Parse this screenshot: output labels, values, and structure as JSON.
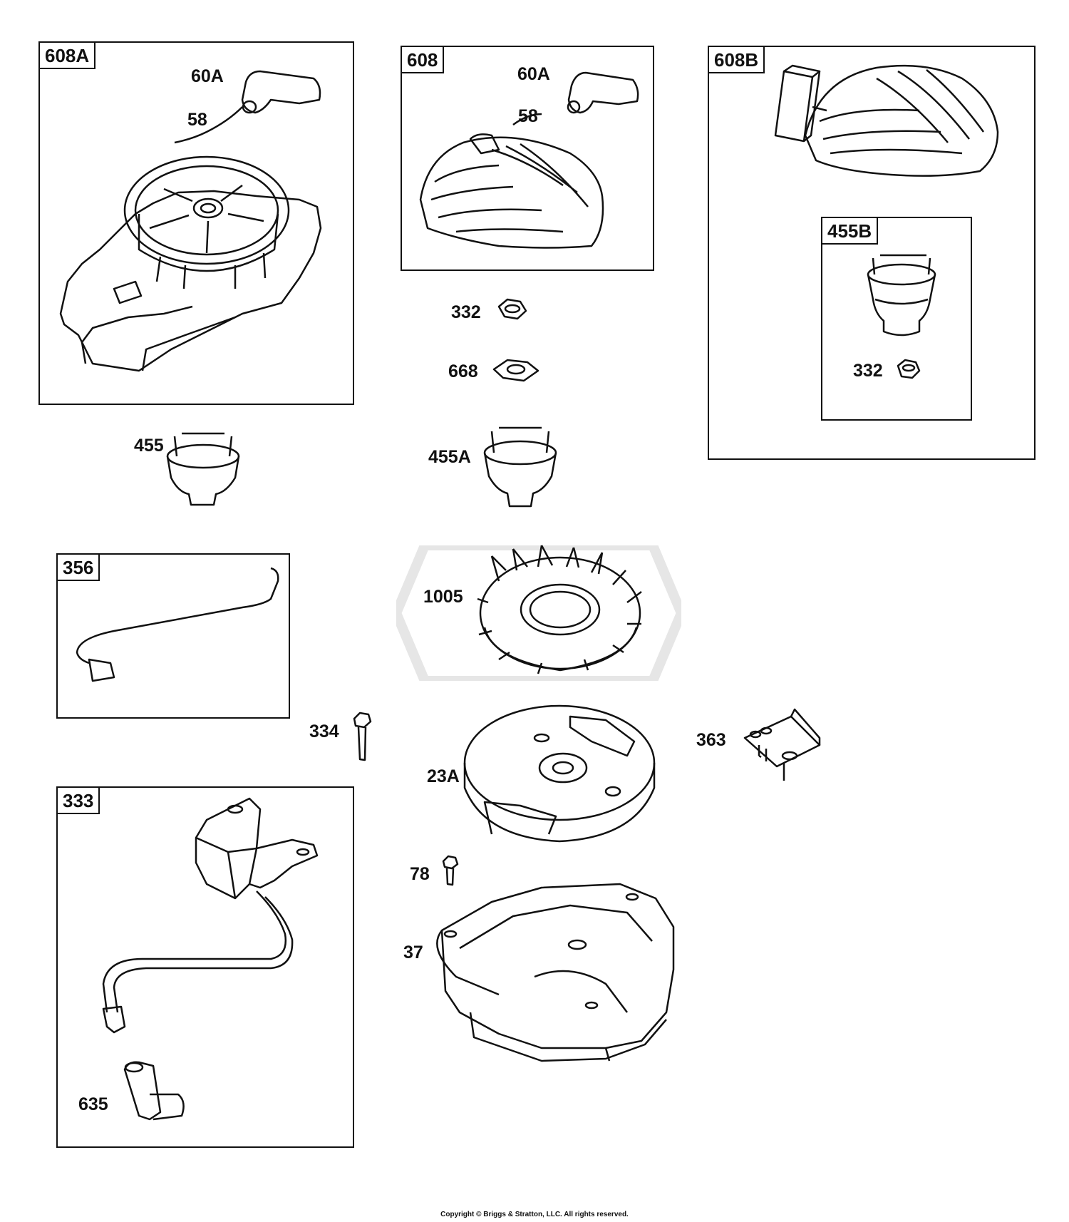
{
  "boxes": {
    "b608A": "608A",
    "b608": "608",
    "b608B": "608B",
    "b455B": "455B",
    "b356": "356",
    "b333": "333"
  },
  "labels": {
    "l60A_a": "60A",
    "l58_a": "58",
    "l60A_b": "60A",
    "l58_b": "58",
    "l332_a": "332",
    "l668": "668",
    "l455": "455",
    "l455A": "455A",
    "l332_b": "332",
    "l1005": "1005",
    "l334": "334",
    "l363": "363",
    "l23A": "23A",
    "l78": "78",
    "l37": "37",
    "l635": "635"
  },
  "copyright": "Copyright © Briggs & Stratton, LLC. All rights reserved.",
  "icons": [
    "recoil-starter",
    "starter-handle",
    "rewind-cover",
    "starter-cup",
    "nut",
    "washer",
    "stop-wire",
    "flywheel-fan",
    "screw",
    "flywheel",
    "ignition-coil",
    "spark-plug-boot",
    "blower-housing",
    "bracket"
  ]
}
